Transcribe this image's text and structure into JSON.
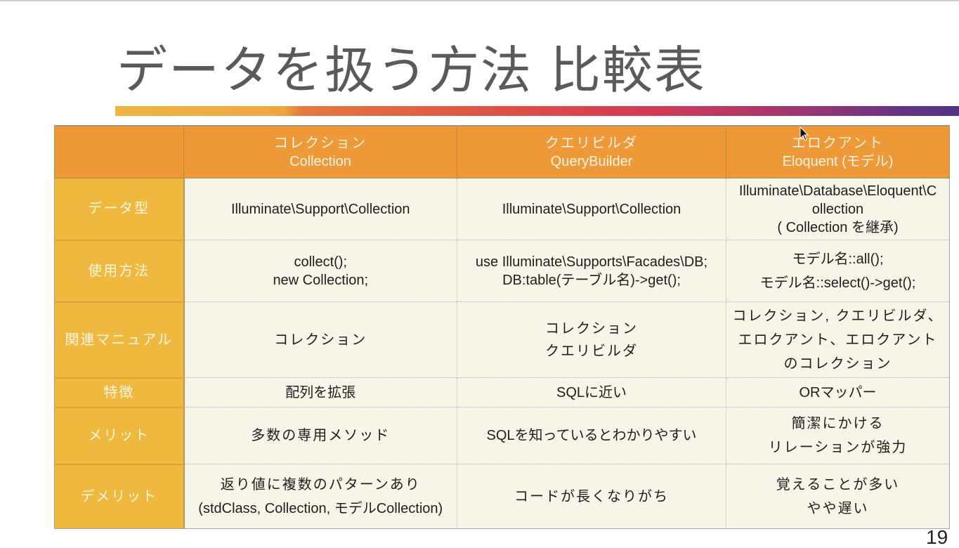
{
  "slide": {
    "title": "データを扱う方法 比較表",
    "page_number": "19",
    "accent_gradient": [
      "#f0b444",
      "#e37a40",
      "#d9444d",
      "#cf3a58",
      "#6a3383",
      "#4f3388"
    ]
  },
  "table": {
    "colors": {
      "header_bg": "#ee9937",
      "row_header_bg": "#efb93f",
      "cell_bg": "#f7f4e8"
    },
    "columns": [
      {
        "jp": "",
        "en": ""
      },
      {
        "jp": "コレクション",
        "en": "Collection"
      },
      {
        "jp": "クエリビルダ",
        "en": "QueryBuilder"
      },
      {
        "jp": "エロクアント",
        "en": "Eloquent (モデル)"
      }
    ],
    "rows": [
      {
        "label": "データ型",
        "cells": [
          [
            "Illuminate\\Support\\Collection"
          ],
          [
            "Illuminate\\Support\\Collection"
          ],
          [
            "Illuminate\\Database\\Eloquent\\C",
            "ollection",
            "( Collection を継承)"
          ]
        ]
      },
      {
        "label": "使用方法",
        "cells": [
          [
            "collect();",
            "new Collection;"
          ],
          [
            "use Illuminate\\Supports\\Facades\\DB;",
            "DB:table(テーブル名)->get();"
          ],
          [
            "モデル名::all();",
            "モデル名::select()->get();"
          ]
        ]
      },
      {
        "label": "関連マニュアル",
        "cells": [
          [
            "コレクション"
          ],
          [
            "コレクション",
            "クエリビルダ"
          ],
          [
            "コレクション, クエリビルダ、",
            "エロクアント、エロクアント",
            "のコレクション"
          ]
        ]
      },
      {
        "label": "特徴",
        "cells": [
          [
            "配列を拡張"
          ],
          [
            "SQLに近い"
          ],
          [
            "ORマッパー"
          ]
        ]
      },
      {
        "label": "メリット",
        "cells": [
          [
            "多数の専用メソッド"
          ],
          [
            "SQLを知っているとわかりやすい"
          ],
          [
            "簡潔にかける",
            "リレーションが強力"
          ]
        ]
      },
      {
        "label": "デメリット",
        "cells": [
          [
            "返り値に複数のパターンあり",
            "(stdClass, Collection, モデルCollection)"
          ],
          [
            "コードが長くなりがち"
          ],
          [
            "覚えることが多い",
            "やや遅い"
          ]
        ]
      }
    ]
  }
}
